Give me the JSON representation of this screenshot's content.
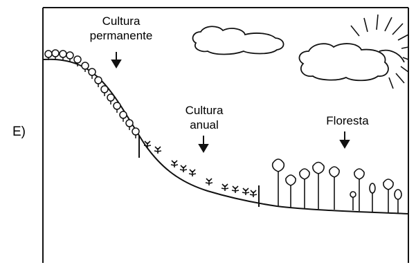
{
  "option_letter": "E)",
  "labels": {
    "permanent_line1": "Cultura",
    "permanent_line2": "permanente",
    "annual_line1": "Cultura",
    "annual_line2": "anual",
    "forest": "Floresta"
  },
  "icons": [
    "sun-icon",
    "cloud-icon",
    "tree-icon",
    "small-plant-icon",
    "shrub-icon",
    "down-arrow-icon"
  ]
}
